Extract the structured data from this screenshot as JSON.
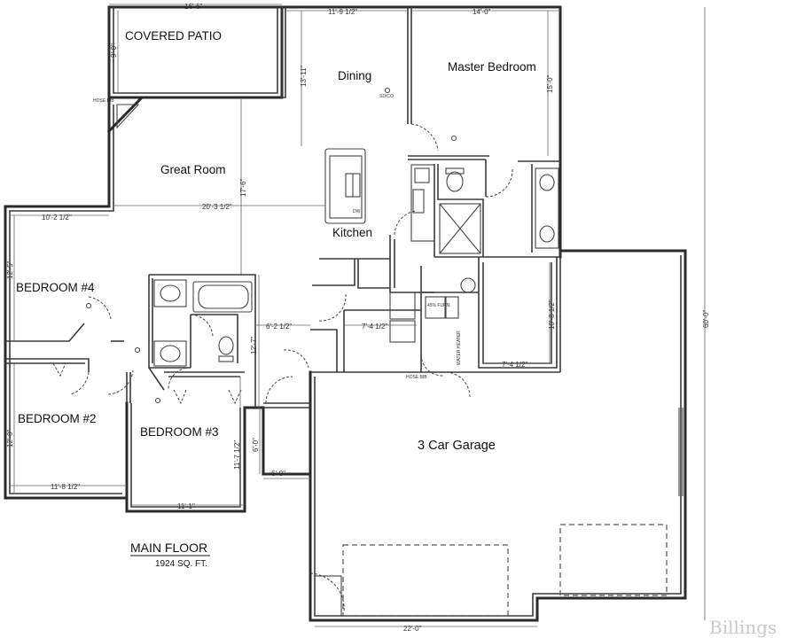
{
  "plan": {
    "title": "MAIN FLOOR",
    "area": "1924 SQ. FT.",
    "rooms": {
      "covered_patio": "COVERED PATIO",
      "dining": "Dining",
      "master_bedroom": "Master Bedroom",
      "great_room": "Great Room",
      "kitchen": "Kitchen",
      "bedroom4": "BEDROOM #4",
      "bedroom2": "BEDROOM #2",
      "bedroom3": "BEDROOM #3",
      "garage": "3 Car Garage"
    },
    "dimensions": {
      "patio_width": "16'-6\"",
      "patio_depth": "9'-0\"",
      "dining_width": "11'-9 1/2\"",
      "master_width": "14'-0\"",
      "dining_depth": "13'-11\"",
      "master_depth": "15'-0\"",
      "great_room_width": "20'-3 1/2\"",
      "great_room_depth": "17'-6\"",
      "bedroom4_width": "10'-2 1/2\"",
      "bedroom4_depth": "12'-5\"",
      "hall_width": "6'-2 1/2\"",
      "laundry_width": "7'-4 1/2\"",
      "closet_depth": "10'-8 1/2\"",
      "closet_width": "7'-4 1/2\"",
      "overall_depth": "60'-0\"",
      "hall_depth": "12'-7\"",
      "bedroom2_depth": "12'-0\"",
      "bedroom3_depth": "11'-7 1/2\"",
      "entry_depth": "6'-0\"",
      "entry_width": "6'-0\"",
      "bedroom2_width": "11'-8 1/2\"",
      "bedroom3_width": "11'-1\"",
      "garage_width": "22'-0\""
    },
    "notes": {
      "hose_bib_a": "HOSE BIB",
      "hose_bib_b": "HOSE BIB",
      "furnace": "45% FURN.",
      "water_heater": "WATER HEATER",
      "smoke_co": "SD/CO",
      "dishwasher": "DW"
    },
    "watermark": "Billings"
  }
}
